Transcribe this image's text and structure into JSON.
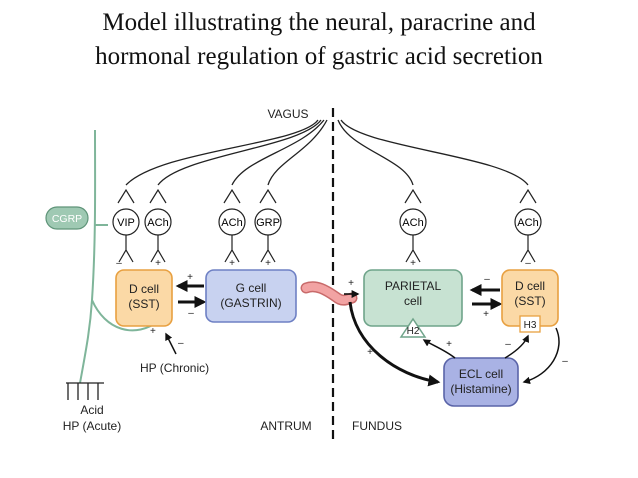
{
  "title": {
    "line1": "Model illustrating the neural, paracrine and",
    "line2": "hormonal regulation of gastric acid secretion"
  },
  "labels": {
    "vagus": "VAGUS",
    "cgrp": "CGRP",
    "vip": "VIP",
    "ach": "ACh",
    "grp": "GRP",
    "antrum": "ANTRUM",
    "fundus": "FUNDUS",
    "hp_chronic": "HP (Chronic)",
    "acid": "Acid",
    "hp_acute": "HP (Acute)",
    "plus": "+",
    "minus": "–"
  },
  "cells": {
    "d_cell_antrum": {
      "name": "D cell",
      "sub": "(SST)"
    },
    "g_cell": {
      "name": "G cell",
      "sub": "(GASTRIN)"
    },
    "parietal": {
      "name": "PARIETAL",
      "sub": "cell",
      "receptor": "H2"
    },
    "d_cell_fundus": {
      "name": "D cell",
      "sub": "(SST)",
      "receptor": "H3"
    },
    "ecl_cell": {
      "name": "ECL cell",
      "sub": "(Histamine)"
    }
  },
  "colors": {
    "nerve": "#7fb59a",
    "d_cell_fill": "#fbd9a6",
    "d_cell_stroke": "#e8a040",
    "g_cell_fill": "#c8d2f0",
    "g_cell_stroke": "#6e80c4",
    "parietal_fill": "#c7e2d2",
    "parietal_stroke": "#6fa48a",
    "ecl_fill": "#a9b2e4",
    "ecl_stroke": "#5a64a8",
    "vessel": "#f2a3a3"
  }
}
